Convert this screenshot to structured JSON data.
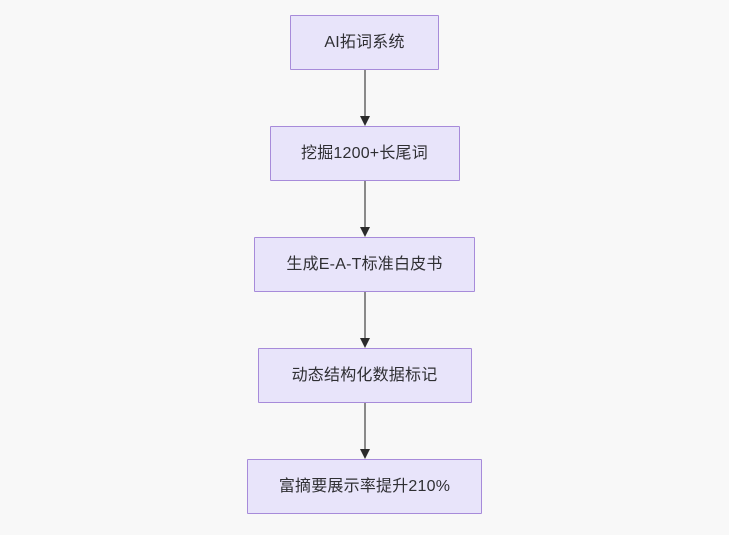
{
  "diagram": {
    "type": "flowchart",
    "direction": "top-to-bottom",
    "background_color": "#f8f8f8",
    "node_fill_color": "#e8e4fa",
    "node_border_color": "#a78bda",
    "node_text_color": "#2f2f33",
    "connector_line_color": "#8a8a8a",
    "connector_arrow_color": "#2b2b2b",
    "nodes": [
      {
        "id": "n1",
        "label": "AI拓词系统"
      },
      {
        "id": "n2",
        "label": "挖掘1200+长尾词"
      },
      {
        "id": "n3",
        "label": "生成E-A-T标准白皮书"
      },
      {
        "id": "n4",
        "label": "动态结构化数据标记"
      },
      {
        "id": "n5",
        "label": "富摘要展示率提升210%"
      }
    ],
    "edges": [
      {
        "from": "n1",
        "to": "n2",
        "label": ""
      },
      {
        "from": "n2",
        "to": "n3",
        "label": ""
      },
      {
        "from": "n3",
        "to": "n4",
        "label": ""
      },
      {
        "from": "n4",
        "to": "n5",
        "label": ""
      }
    ]
  }
}
